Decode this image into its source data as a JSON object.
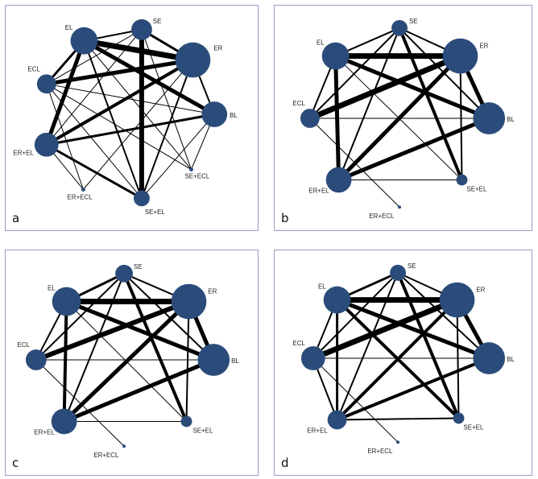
{
  "colors": {
    "node": "#2b4c7a",
    "edge": "#000000",
    "border": "#9a9ac8"
  },
  "panels": [
    {
      "letter": "a",
      "nodes": [
        {
          "id": "SE",
          "label": "SE"
        },
        {
          "id": "EL",
          "label": "EL"
        },
        {
          "id": "ER",
          "label": "ER"
        },
        {
          "id": "ECL",
          "label": "ECL"
        },
        {
          "id": "BL",
          "label": "BL"
        },
        {
          "id": "ER+EL",
          "label": "ER+EL"
        },
        {
          "id": "SE+ECL",
          "label": "SE+ECL"
        },
        {
          "id": "ER+ECL",
          "label": "ER+ECL"
        },
        {
          "id": "SE+EL",
          "label": "SE+EL"
        }
      ]
    },
    {
      "letter": "b",
      "nodes": [
        {
          "id": "SE",
          "label": "SE"
        },
        {
          "id": "EL",
          "label": "EL"
        },
        {
          "id": "ER",
          "label": "ER"
        },
        {
          "id": "ECL",
          "label": "ECL"
        },
        {
          "id": "BL",
          "label": "BL"
        },
        {
          "id": "ER+EL",
          "label": "ER+EL"
        },
        {
          "id": "SE+EL",
          "label": "SE+EL"
        },
        {
          "id": "ER+ECL",
          "label": "ER+ECL"
        }
      ]
    },
    {
      "letter": "c",
      "nodes": [
        {
          "id": "SE",
          "label": "SE"
        },
        {
          "id": "EL",
          "label": "EL"
        },
        {
          "id": "ER",
          "label": "ER"
        },
        {
          "id": "ECL",
          "label": "ECL"
        },
        {
          "id": "BL",
          "label": "BL"
        },
        {
          "id": "ER+EL",
          "label": "ER+EL"
        },
        {
          "id": "SE+EL",
          "label": "SE+EL"
        },
        {
          "id": "ER+ECL",
          "label": "ER+ECL"
        }
      ]
    },
    {
      "letter": "d",
      "nodes": [
        {
          "id": "SE",
          "label": "SE"
        },
        {
          "id": "EL",
          "label": "EL"
        },
        {
          "id": "ER",
          "label": "ER"
        },
        {
          "id": "ECL",
          "label": "ECL"
        },
        {
          "id": "BL",
          "label": "BL"
        },
        {
          "id": "ER+EL",
          "label": "ER+EL"
        },
        {
          "id": "SE+EL",
          "label": "SE+EL"
        },
        {
          "id": "ER+ECL",
          "label": "ER+ECL"
        }
      ]
    }
  ]
}
